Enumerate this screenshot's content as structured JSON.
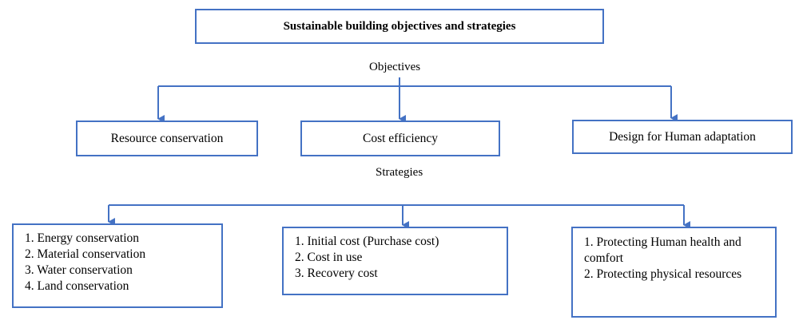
{
  "title": "Sustainable building objectives and strategies",
  "objectives_label": "Objectives",
  "strategies_label": "Strategies",
  "objectives": [
    "Resource conservation",
    "Cost efficiency",
    "Design for Human adaptation"
  ],
  "strategies": [
    {
      "items": [
        "1. Energy conservation",
        "2. Material conservation",
        "3. Water conservation",
        "4. Land conservation"
      ]
    },
    {
      "items": [
        "1. Initial cost (Purchase cost)",
        "2. Cost in use",
        "3. Recovery cost"
      ]
    },
    {
      "items": [
        "1. Protecting Human health and comfort",
        "2. Protecting physical resources"
      ]
    }
  ],
  "colors": {
    "line": "#4472c4",
    "border": "#4472c4"
  }
}
